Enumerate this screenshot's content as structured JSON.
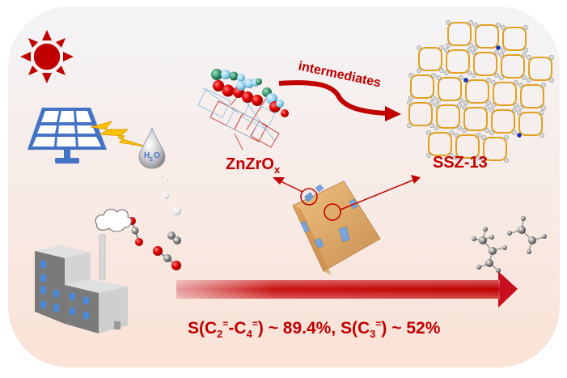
{
  "labels": {
    "catalyst_oxide": {
      "main": "ZnZrO",
      "subscript": "x"
    },
    "zeolite": "SSZ-13",
    "intermediates": "intermediates",
    "water": {
      "h": "H",
      "sub": "2",
      "o": "O"
    }
  },
  "selectivity": {
    "part1_prefix": "S(C",
    "part1_sub1": "2",
    "part1_sup1": "=",
    "part1_mid": "-C",
    "part1_sub2": "4",
    "part1_sup2": "=",
    "part1_value": ") ~ 89.4%, ",
    "part2_prefix": "S(C",
    "part2_sub": "3",
    "part2_sup": "=",
    "part2_value": ") ~ 52%"
  },
  "colors": {
    "accent_red": "#c00000",
    "panel_top": "#f4f4f6",
    "panel_bottom": "#fae3d8",
    "solar_blue": "#4472c4",
    "zeolite_gold": "#e0a020",
    "lightning": "#ffc000"
  },
  "icons": [
    "sun-icon",
    "solar-panel-icon",
    "lightning-icon",
    "water-drop-icon",
    "factory-icon",
    "co2-molecule-icon",
    "h2-molecule-icon",
    "ethylene-molecule-icon",
    "propylene-molecule-icon",
    "catalyst-particle-icon",
    "zeolite-framework-icon",
    "oxide-structure-icon"
  ]
}
